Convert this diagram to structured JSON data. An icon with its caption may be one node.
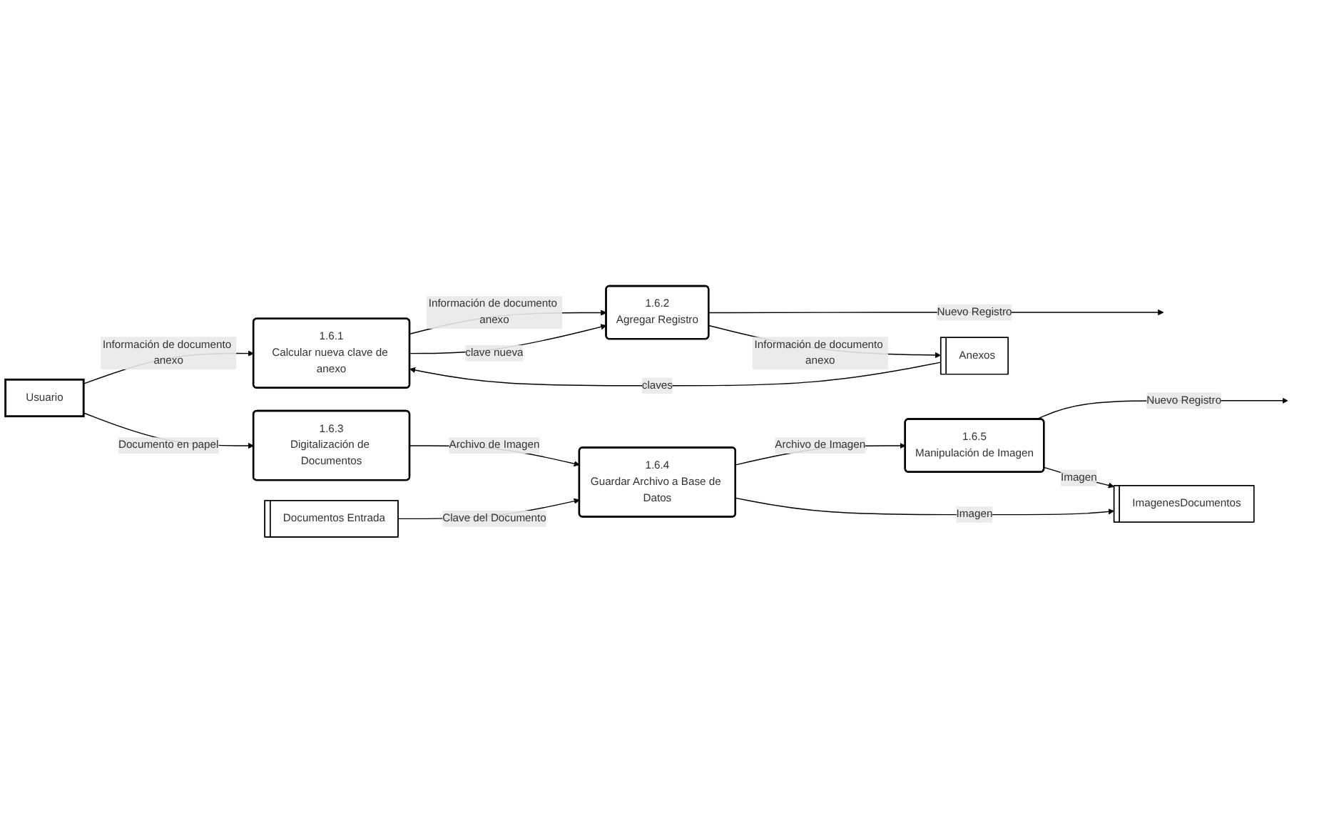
{
  "diagram": {
    "nodes": [
      {
        "text": [
          "Usuario"
        ]
      },
      {
        "text": [
          "1.6.1",
          "Calcular nueva clave de anexo"
        ]
      },
      {
        "text": [
          "1.6.2",
          "Agregar Registro"
        ]
      },
      {
        "text": [
          "Anexos"
        ]
      },
      {
        "text": [
          "1.6.3",
          "Digitalización de Documentos"
        ]
      },
      {
        "text": [
          "1.6.4",
          "Guardar Archivo a Base de Datos"
        ]
      },
      {
        "text": [
          "1.6.5",
          "Manipulación de Imagen"
        ]
      },
      {
        "text": [
          "Documentos Entrada"
        ]
      },
      {
        "text": [
          "ImagenesDocumentos"
        ]
      }
    ],
    "edges": [
      {
        "from": 0,
        "to": 1,
        "arrow": "to",
        "label": "Información de documento anexo"
      },
      {
        "from": 1,
        "to": 2,
        "arrow": "to",
        "label": "Información de documento anexo"
      },
      {
        "from": 1,
        "to": 2,
        "arrow": "to",
        "label": "clave nueva"
      },
      {
        "from": 2,
        "to": null,
        "arrow": "to",
        "label": "Nuevo Registro"
      },
      {
        "from": 3,
        "to": 1,
        "arrow": "to",
        "label": "claves"
      },
      {
        "from": 2,
        "to": 3,
        "arrow": "to",
        "label": "Información de documento anexo"
      },
      {
        "from": 0,
        "to": 4,
        "arrow": "to",
        "label": "Documento en papel"
      },
      {
        "from": 4,
        "to": 5,
        "arrow": "to",
        "label": "Archivo de Imagen"
      },
      {
        "from": 5,
        "to": 6,
        "arrow": "to",
        "label": "Archivo de Imagen"
      },
      {
        "from": 6,
        "to": null,
        "arrow": "to",
        "label": "Nuevo Registro"
      },
      {
        "from": 7,
        "to": 5,
        "arrow": "to",
        "label": "Clave del Documento"
      },
      {
        "from": 5,
        "to": 8,
        "arrow": "to",
        "label": "Imagen"
      },
      {
        "from": 6,
        "to": 8,
        "arrow": "to",
        "label": "Imagen"
      }
    ]
  }
}
